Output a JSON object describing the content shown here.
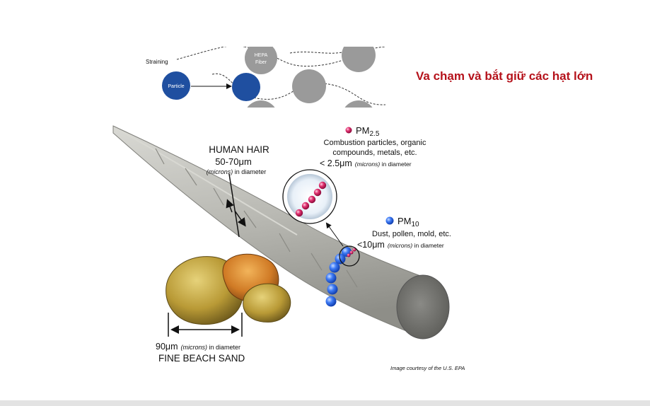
{
  "heading": "Va chạm và bắt giữ các hạt lớn",
  "straining": {
    "title": "Straining",
    "fiber_label_1": "HEPA",
    "fiber_label_2": "Fiber",
    "particle_label": "Particle"
  },
  "hair": {
    "title": "HUMAN HAIR",
    "size": "50-70",
    "unit": "μm",
    "diam_italic": "(microns)",
    "diam_rest": " in diameter"
  },
  "pm25": {
    "name": "PM",
    "sub": "2.5",
    "desc_1": "Combustion particles, organic",
    "desc_2": "compounds, metals, etc.",
    "size_prefix": "< 2.5",
    "unit": "μm",
    "diam_italic": "(microns)",
    "diam_rest": " in diameter"
  },
  "pm10": {
    "name": "PM",
    "sub": "10",
    "desc": "Dust, pollen, mold, etc.",
    "size_prefix": "<10",
    "unit": "μm",
    "diam_italic": "(microns)",
    "diam_rest": " in diameter"
  },
  "sand": {
    "size": "90",
    "unit": "μm",
    "diam_italic": "(microns)",
    "diam_rest": " in diameter",
    "title": "FINE BEACH SAND"
  },
  "credit": "Image courtesy of the U.S. EPA",
  "colors": {
    "heading": "#b5121b",
    "particle_blue": "#1f4fa0",
    "fiber_gray": "#9a9a9a",
    "pm25_pink": "#d81b60",
    "pm10_blue": "#2f6df0"
  }
}
